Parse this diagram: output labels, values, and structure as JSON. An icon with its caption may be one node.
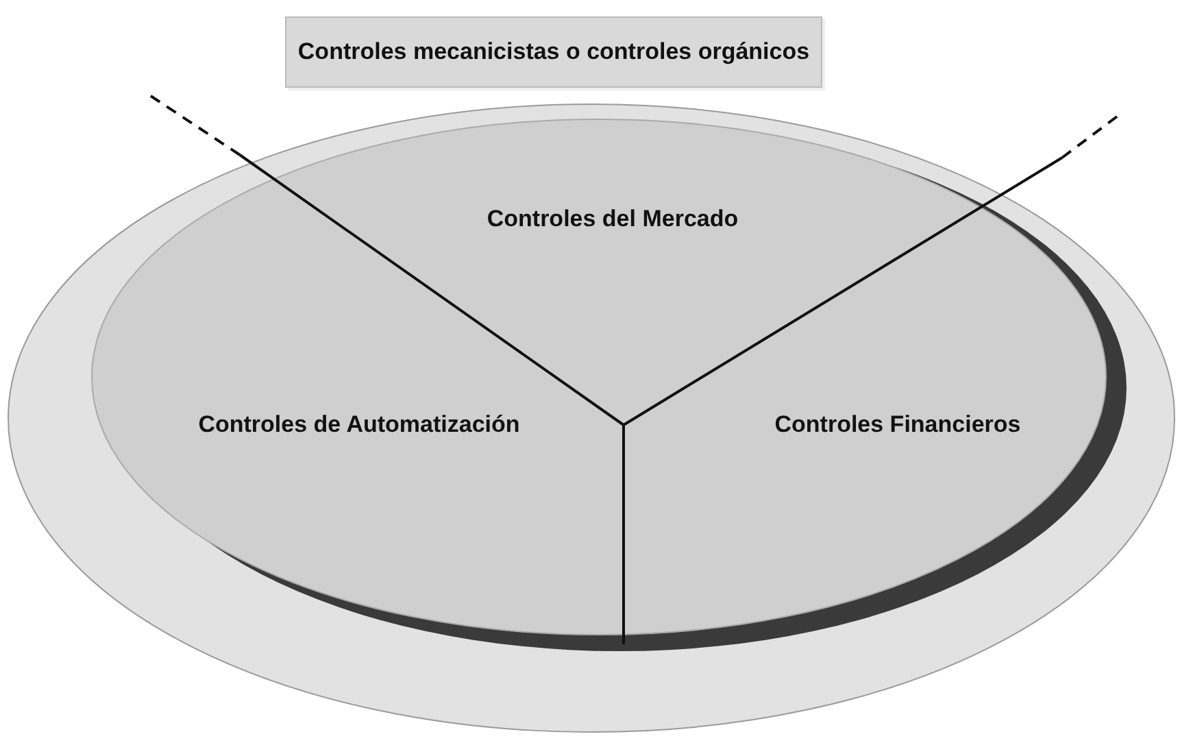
{
  "diagram": {
    "nodes": [
      {
        "text": [
          "Controles mecanicistas o controles orgánicos"
        ]
      },
      {
        "text": [],
        "shape": "ellipse"
      },
      {
        "text": [
          "Controles del Mercado"
        ],
        "in": 1
      },
      {
        "text": [
          "Controles de Automatización"
        ],
        "in": 1
      },
      {
        "text": [
          "Controles Financieros"
        ],
        "in": 1
      }
    ]
  }
}
